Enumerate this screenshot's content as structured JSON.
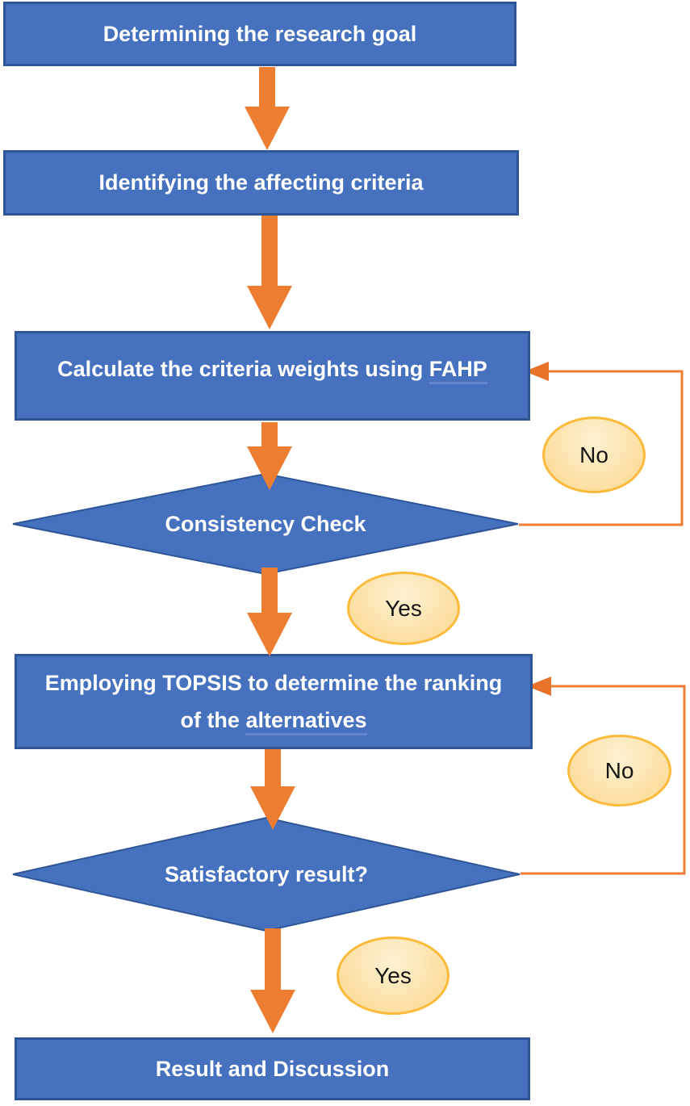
{
  "figure": {
    "type": "flowchart"
  },
  "colors": {
    "shape_blue": "#4671BE",
    "shape_border": "#2E5597",
    "arrow_orange": "#ED7D31",
    "ellipse_fill": "#FCE3AC",
    "ellipse_border": "#FBBA3A",
    "text_light": "#FFFFFF",
    "text_dark": "#151515"
  },
  "boxes": {
    "box1": {
      "label": "Determining the research goal"
    },
    "box2": {
      "label": "Identifying the affecting criteria"
    },
    "box3": {
      "label_prefix": "Calculate the criteria weights using ",
      "label_term": "FAHP"
    },
    "box4": {
      "line1": "Employing TOPSIS to determine the ranking",
      "line2_prefix": "of the ",
      "line2_term": "alternatives"
    },
    "box5": {
      "label": "Result and Discussion"
    }
  },
  "decisions": {
    "d1": {
      "label": "Consistency Check"
    },
    "d2": {
      "label": "Satisfactory result?"
    }
  },
  "branches": {
    "no1": {
      "label": "No"
    },
    "yes1": {
      "label": "Yes"
    },
    "no2": {
      "label": "No"
    },
    "yes2": {
      "label": "Yes"
    }
  }
}
